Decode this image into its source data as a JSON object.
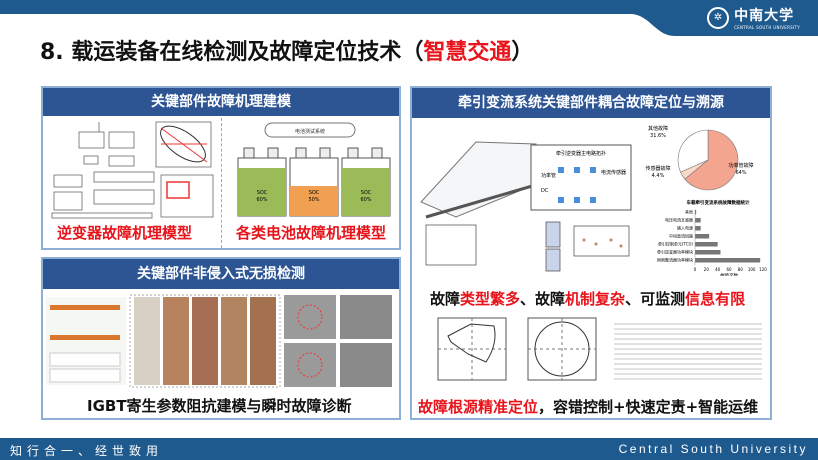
{
  "header": {
    "logo_name": "中南大学",
    "logo_en": "CENTRAL SOUTH UNIVERSITY",
    "title_main": "8. 载运装备在线检测及故障定位技术（",
    "title_highlight": "智慧交通",
    "title_end": "）"
  },
  "panel_modeling": {
    "title": "关键部件故障机理建模",
    "caption_left": "逆变器故障机理模型",
    "caption_right": "各类电池故障机理模型",
    "battery_system": "电池测试系统",
    "batteries": [
      {
        "label": "SOC",
        "value": "60%"
      },
      {
        "label": "SOC",
        "value": "50%"
      },
      {
        "label": "SOC",
        "value": "60%"
      }
    ]
  },
  "panel_detection": {
    "title": "关键部件非侵入式无损检测",
    "caption": "IGBT寄生参数阻抗建模与瞬时故障诊断"
  },
  "panel_location": {
    "title": "牵引变流系统关键部件耦合故障定位与溯源",
    "circuit_title": "牵引逆变器主电路拓扑",
    "circuit_labels": {
      "switch": "功率管",
      "sensor": "电流传感器",
      "dc": "DC"
    },
    "pie": [
      {
        "label": "其他故障",
        "value": "31.6%",
        "color": "#ffffff"
      },
      {
        "label": "传感器故障",
        "value": "4.4%",
        "color": "#f9d9c8"
      },
      {
        "label": "功率管故障",
        "value": "64%",
        "color": "#f4a58f"
      }
    ],
    "caption1": [
      {
        "t": "故障",
        "c": "blk"
      },
      {
        "t": "类型繁多",
        "c": "red"
      },
      {
        "t": "、故障",
        "c": "blk"
      },
      {
        "t": "机制复杂",
        "c": "red"
      },
      {
        "t": "、可监测",
        "c": "blk"
      },
      {
        "t": "信息有限",
        "c": "red"
      }
    ],
    "caption2_red": "故障根源精准定位",
    "caption2_black": "，容错控制+快速定责+智能运维"
  },
  "chart_data": {
    "type": "bar",
    "title": "车载牵引变流系统故障数据统计",
    "categories": [
      "其他",
      "电压电流互感器",
      "输入电源",
      "中间直流回路",
      "牵引控制单元(TCU)",
      "牵引逆变器功率模块",
      "网侧整流器功率模块"
    ],
    "values": [
      2,
      10,
      10,
      25,
      40,
      45,
      115
    ],
    "xlabel": "故障次数",
    "xlim": [
      0,
      120
    ],
    "ticks": [
      0,
      20,
      40,
      60,
      80,
      100,
      120
    ]
  },
  "footer": {
    "motto": "知行合一、经世致用",
    "university": "Central South University"
  }
}
